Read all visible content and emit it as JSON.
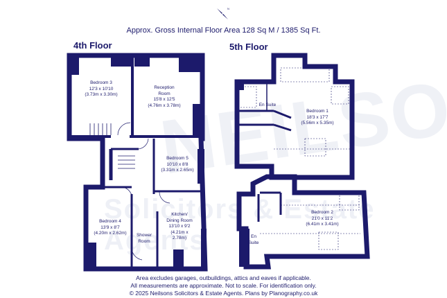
{
  "header": {
    "compass_icon": "north-compass-icon",
    "title": "Approx. Gross Internal Floor Area 128 Sq M / 1385 Sq Ft."
  },
  "floors": [
    {
      "label": "4th Floor",
      "rooms": [
        {
          "name": "Bedroom 3",
          "imperial": "12'3 x 10'10",
          "metric": "(3.73m x 3.30m)"
        },
        {
          "name": "Reception",
          "name2": "Room",
          "imperial": "15'8 x 12'5",
          "metric": "(4.76m x 3.78m)"
        },
        {
          "name": "Bedroom 5",
          "imperial": "10'10 x 8'8",
          "metric": "(3.31m x 2.65m)"
        },
        {
          "name": "Bedroom 4",
          "imperial": "13'9 x 8'7",
          "metric": "(4.20m x 2.62m)"
        },
        {
          "name": "Kitchen/",
          "name2": "Dining Room",
          "imperial": "13'10 x 9'2",
          "metric": "(4.21m x",
          "metric2": "2.78m)"
        },
        {
          "name": "Shower",
          "name2": "Room"
        }
      ]
    },
    {
      "label": "5th Floor",
      "rooms": [
        {
          "name": "Bedroom 1",
          "imperial": "18'3 x 17'7",
          "metric": "(5.56m x 5.35m)"
        },
        {
          "name": "En Suite"
        },
        {
          "name": "Bedroom 2",
          "imperial": "21'0 x 11'2",
          "metric": "(6.41m x 3.41m)"
        },
        {
          "name": "En",
          "name2": "Suite"
        }
      ]
    }
  ],
  "footer": {
    "line1": "Area excludes garages, outbuildings, attics and eaves if applicable.",
    "line2": "All measurements are approximate. Not to scale. For identification only.",
    "line3": "© 2025 Neilsons Solicitors & Estate Agents. Plans by Planography.co.uk"
  },
  "watermark": {
    "text1": "NEILSONS",
    "text2": "Solicitors & Estate Agents"
  },
  "colors": {
    "wall": "#1c1a6b",
    "text": "#1c1a6b",
    "background": "#ffffff"
  }
}
